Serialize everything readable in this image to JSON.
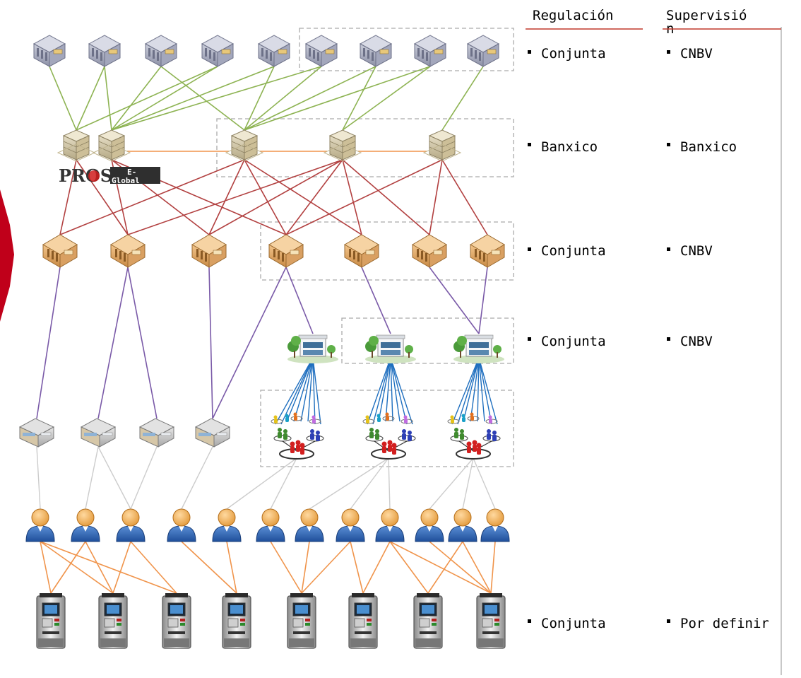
{
  "table": {
    "headers": {
      "regulacion": "Regulación",
      "supervision_line1": "Supervisió",
      "supervision_line2": "n"
    },
    "rows": [
      {
        "regulacion": "Conjunta",
        "supervision": "CNBV"
      },
      {
        "regulacion": "Banxico",
        "supervision": "Banxico"
      },
      {
        "regulacion": "Conjunta",
        "supervision": "CNBV"
      },
      {
        "regulacion": "Conjunta",
        "supervision": "CNBV"
      },
      {
        "regulacion": "Conjunta",
        "supervision": "Por definir"
      }
    ]
  },
  "logos": {
    "prosa": "PROSA",
    "eglobal_line1": "E-",
    "eglobal_line2": "Global"
  },
  "icons": {
    "tier1": "bank-building-icon",
    "tier2": "processor-building-icon",
    "tier3": "acquirer-bank-icon",
    "tier4": "correspondent-store-icon",
    "tier5a": "merchant-office-icon",
    "tier5b": "community-network-icon",
    "tier6": "user-person-icon",
    "tier7": "atm-terminal-icon"
  },
  "colors": {
    "tier1_links": "#8db352",
    "tier2_links": "#b24040",
    "tier2_peer_links": "#f0944b",
    "tier3_links": "#7a5aa8",
    "tier4_links": "#1f6fbf",
    "tier5_links": "#cccccc",
    "tier6_links": "#f0944b",
    "header_rule": "#c0392b",
    "accent_arrow": "#c0001a"
  }
}
